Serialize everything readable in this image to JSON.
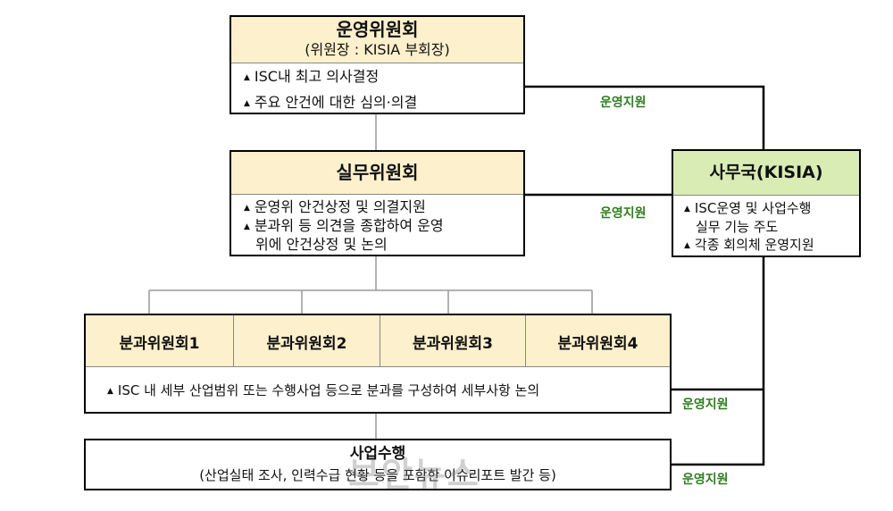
{
  "committee": {
    "title": "운영위원회",
    "subtitle": "(위원장 : KISIA 부회장)",
    "items": [
      "ISC내 최고 의사결정",
      "주요 안건에 대한 심의·의결"
    ]
  },
  "working": {
    "title": "실무위원회",
    "items": [
      "운영위 안건상정 및 의결지원",
      "분과위 등 의견을 종합하여 운영",
      "위에 안건상정 및 논의"
    ]
  },
  "secretariat": {
    "title": "사무국(KISIA)",
    "items": [
      "ISC운영 및 사업수행",
      "실무 기능 주도",
      "각종 회의체 운영지원"
    ]
  },
  "subcommittees": {
    "names": [
      "분과위원회1",
      "분과위원회2",
      "분과위원회3",
      "분과위원회4"
    ],
    "description": "ISC 내 세부 산업범위 또는 수행사업 등으로 분과를 구성하여 세부사항 논의"
  },
  "projects": {
    "title": "사업수행",
    "description": "(산업실태 조사, 인력수급 현황 등을 포함한 이슈리포트 발간 등)"
  },
  "support_label": "운영지원",
  "bullet_glyph": "▲",
  "watermark": "보안뉴스",
  "colors": {
    "header": "#fdf0cc",
    "header_green": "#d8ecb4",
    "label_green": "#2e7d1e"
  }
}
